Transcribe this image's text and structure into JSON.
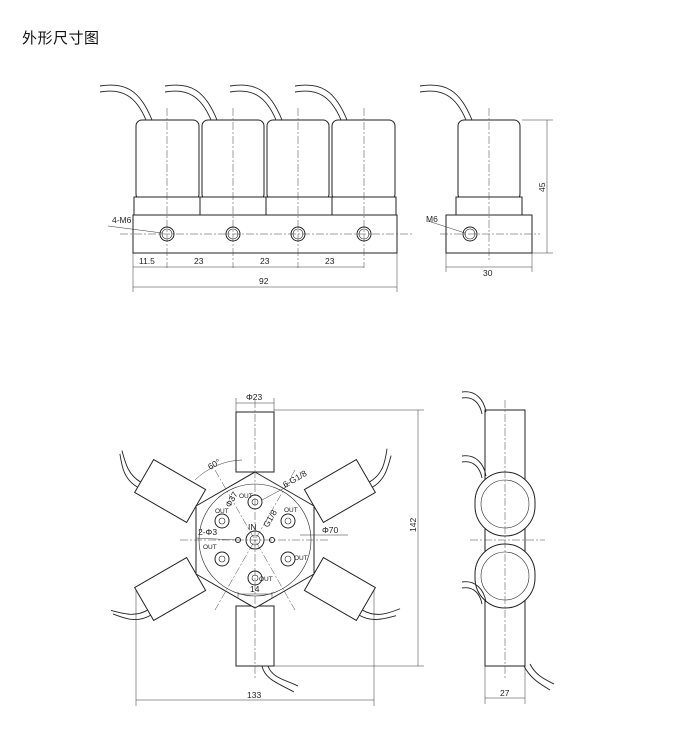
{
  "title": "外形尺寸图",
  "top_front_view": {
    "thread_label": "4-M6",
    "dims": [
      "11.5",
      "23",
      "23",
      "23"
    ],
    "total_width": "92"
  },
  "top_side_view": {
    "thread_label": "M6",
    "height": "45",
    "width": "30"
  },
  "radial_view": {
    "diameter_top": "Φ23",
    "angle": "60°",
    "port_label_outer": "6-G1/8",
    "port_label_inner": "G1/8",
    "circle_dia": "Φ37",
    "pins": "2-Φ3",
    "center_dia": "Φ70",
    "in_label": "IN",
    "out_label": "OUT",
    "spacing": "14",
    "height": "142",
    "width": "133"
  },
  "radial_side_view": {
    "width": "27"
  }
}
